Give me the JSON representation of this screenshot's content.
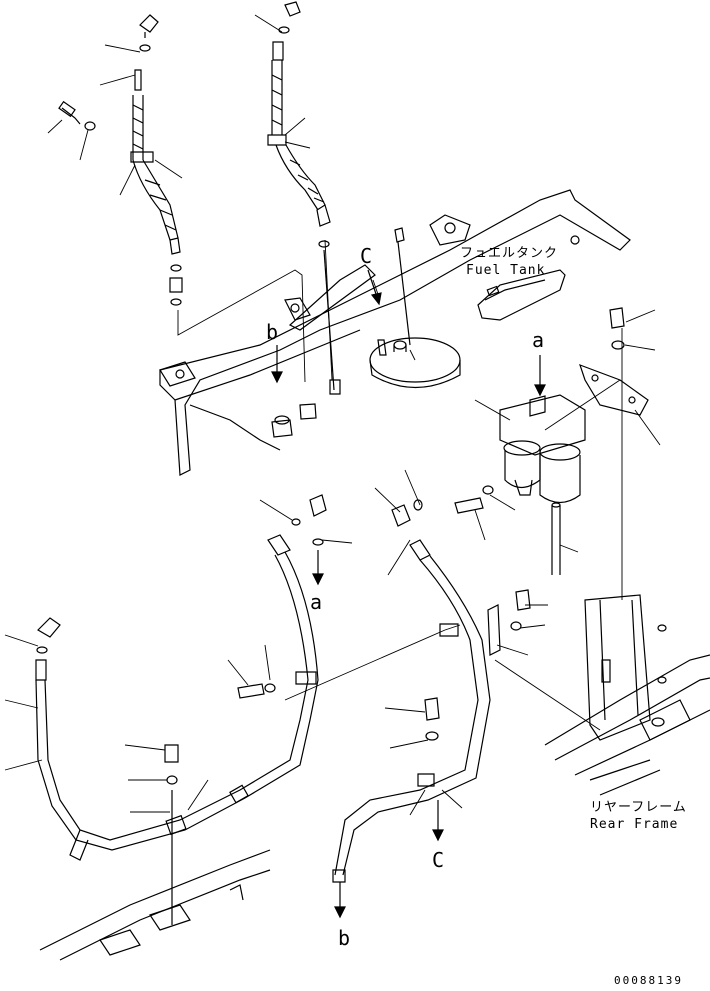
{
  "diagram": {
    "labels": {
      "fuel_tank_jp": "フュエルタンク",
      "fuel_tank_en": "Fuel Tank",
      "rear_frame_jp": "リヤーフレーム",
      "rear_frame_en": "Rear Frame",
      "ref_a_top": "a",
      "ref_a_lower": "a",
      "ref_b_top": "b",
      "ref_b_lower": "b",
      "ref_c_top": "C",
      "ref_c_lower": "C",
      "drawing_number": "00088139"
    }
  }
}
